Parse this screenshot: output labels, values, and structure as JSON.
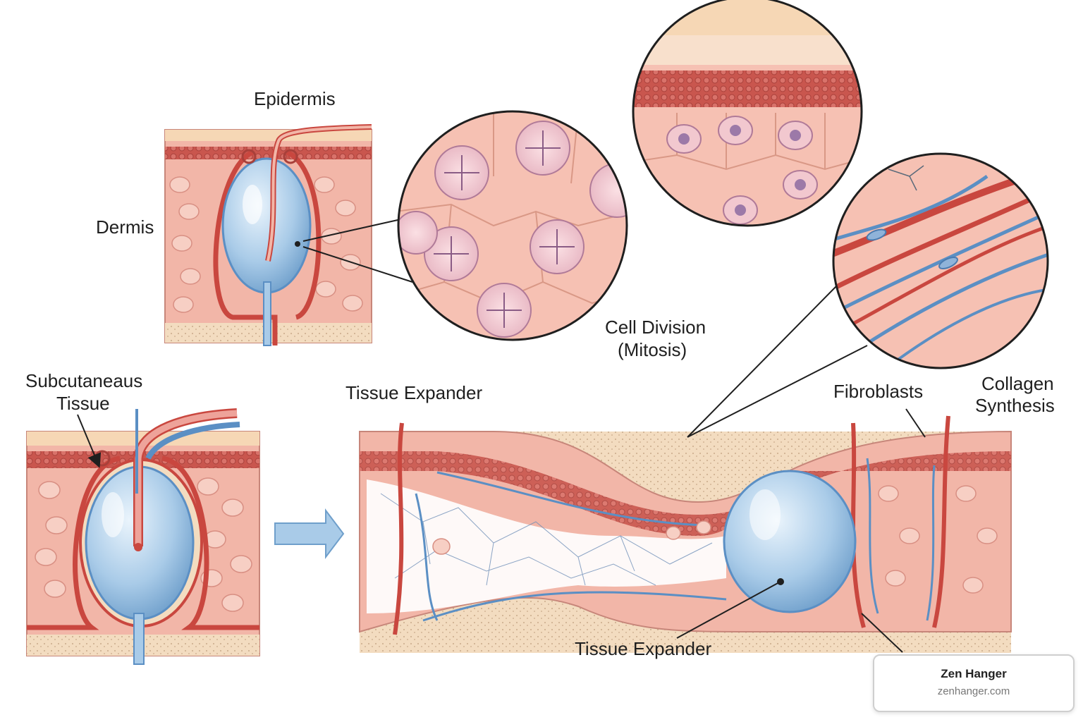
{
  "labels": {
    "epidermis": "Epidermis",
    "dermis": "Dermis",
    "subcutaneous_line1": "Subcutaneaus",
    "subcutaneous_line2": "Tissue",
    "cell_division_line1": "Cell Division",
    "cell_division_line2": "(Mitosis)",
    "tissue_expander_top": "Tissue Expander",
    "tissue_expander_bottom": "Tissue Expander",
    "fibroblasts": "Fibroblasts",
    "collagen_line1": "Collagen",
    "collagen_line2": "Synthesis"
  },
  "brand": {
    "name": "Zen Hanger",
    "url": "zenhanger.com"
  },
  "colors": {
    "skin": "#f2b6a8",
    "skin_dark": "#e38e7c",
    "epidermis_band": "#c9564e",
    "subcutaneous": "#f3dcc0",
    "vessel_red": "#c9473f",
    "vessel_blue": "#5b8fc4",
    "expander_blue": "#a9cbe8",
    "nucleus": "#b18ab0"
  }
}
